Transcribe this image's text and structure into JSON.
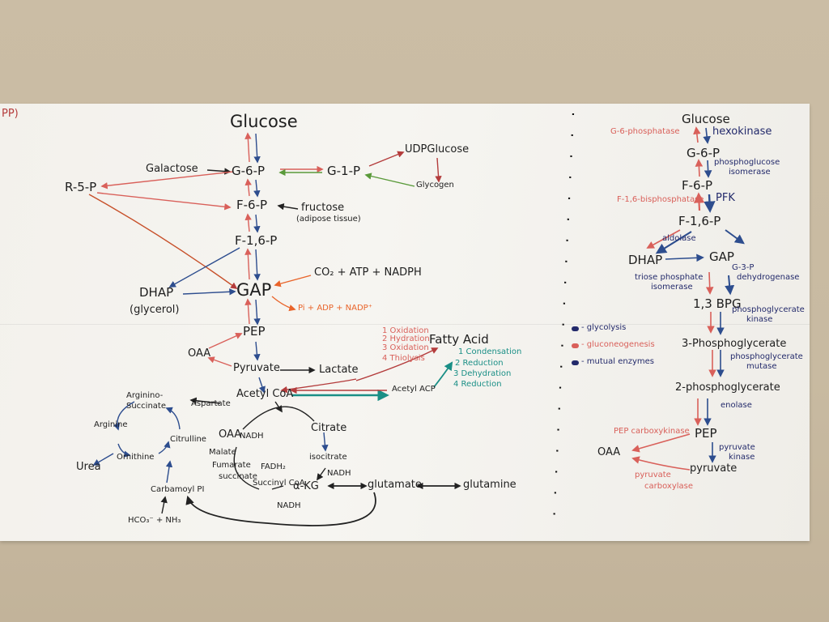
{
  "left_panel": {
    "corner": "PP)",
    "glucose": "Glucose",
    "galactose": "Galactose",
    "g6p": "G-6-P",
    "g1p": "G-1-P",
    "udpglucose": "UDPGlucose",
    "glycogen": "Glycogen",
    "r5p": "R-5-P",
    "f6p": "F-6-P",
    "fructose": "fructose",
    "adipose": "(adipose tissue)",
    "f16p": "F-1,6-P",
    "dhap": "DHAP",
    "glycerol": "(glycerol)",
    "gap": "GAP",
    "co2": "CO₂ + ATP + NADPH",
    "pi": "Pi + ADP + NADP⁺",
    "pep": "PEP",
    "oaa": "OAA",
    "pyruvate": "Pyruvate",
    "lactate": "Lactate",
    "acetylcoa": "Acetyl CoA",
    "acetylacp": "Acetyl ACP",
    "fattyacid": "Fatty Acid",
    "ox_steps": [
      "1 Oxidation",
      "2 Hydration",
      "3 Oxidation",
      "4 Thiolysis"
    ],
    "syn_steps": [
      "1 Condensation",
      "2 Reduction",
      "3 Dehydration",
      "4 Reduction"
    ],
    "citrate": "Citrate",
    "isocitrate": "isocitrate",
    "akg": "α-KG",
    "glutamate": "glutamate",
    "glutamine": "glutamine",
    "nadh": "NADH",
    "succinylcoa": "Succinyl CoA",
    "succinate": "succinate",
    "fumarate": "Fumarate",
    "fadh2": "FADH₂",
    "malate": "Malate",
    "oaa2": "OAA",
    "arginosuccinate": "Arginino-Succinate",
    "aspartate": "Aspartate",
    "arginine": "Arginine",
    "ornithine": "Ornithine",
    "citrulline": "Citrulline",
    "urea": "Urea",
    "carbamoyl": "Carbamoyl PI",
    "hco3": "HCO₃⁻ + NH₃"
  },
  "legend": [
    {
      "label": "- glycolysis",
      "color": "#232a6b"
    },
    {
      "label": "- gluconeogenesis",
      "color": "#d9605a"
    },
    {
      "label": "- mutual enzymes",
      "color": "#232a6b"
    }
  ],
  "right_panel": {
    "glucose": "Glucose",
    "g6pase": "G-6-phosphatase",
    "hexokinase": "hexokinase",
    "g6p": "G-6-P",
    "phosphoglucose": "phosphoglucose",
    "isomerase": "isomerase",
    "f6p": "F-6-P",
    "f16bpase": "F-1,6-bisphosphatase",
    "pfk": "PFK",
    "f16p": "F-1,6-P",
    "aldolase": "aldolase",
    "dhap": "DHAP",
    "gap": "GAP",
    "tpi1": "triose phosphate",
    "tpi2": "isomerase",
    "g3p1": "G-3-P",
    "g3p2": "dehydrogenase",
    "bpg": "1,3 BPG",
    "pgk1": "phosphoglycerate",
    "pgk2": "kinase",
    "pg3": "3-Phosphoglycerate",
    "pgm1": "phosphoglycerate",
    "pgm2": "mutase",
    "pg2": "2-phosphoglycerate",
    "enolase": "enolase",
    "pepck": "PEP carboxykinase",
    "pep": "PEP",
    "pk1": "pyruvate",
    "pk2": "kinase",
    "oaa": "OAA",
    "pyruvate": "pyruvate",
    "pc1": "pyruvate",
    "pc2": "carboxylase"
  }
}
